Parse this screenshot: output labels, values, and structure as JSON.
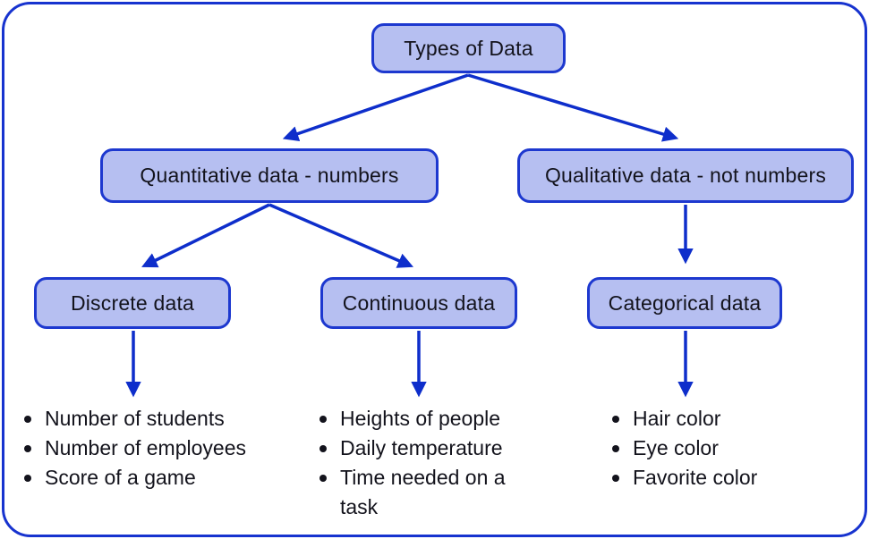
{
  "colors": {
    "box_fill": "#b6bff1",
    "box_border": "#1d38cf",
    "arrow": "#0e2ecb",
    "outer_border": "#1733cf",
    "text": "#13131c"
  },
  "tree": {
    "root": {
      "label": "Types of Data"
    },
    "branches": [
      {
        "label": "Quantitative data - numbers",
        "children": [
          {
            "label": "Discrete data",
            "examples": [
              "Number of students",
              "Number of employees",
              "Score of a game"
            ]
          },
          {
            "label": "Continuous data",
            "examples": [
              "Heights of people",
              "Daily temperature",
              "Time needed on a task"
            ]
          }
        ]
      },
      {
        "label": "Qualitative data - not numbers",
        "children": [
          {
            "label": "Categorical data",
            "examples": [
              "Hair color",
              "Eye color",
              "Favorite color"
            ]
          }
        ]
      }
    ]
  }
}
